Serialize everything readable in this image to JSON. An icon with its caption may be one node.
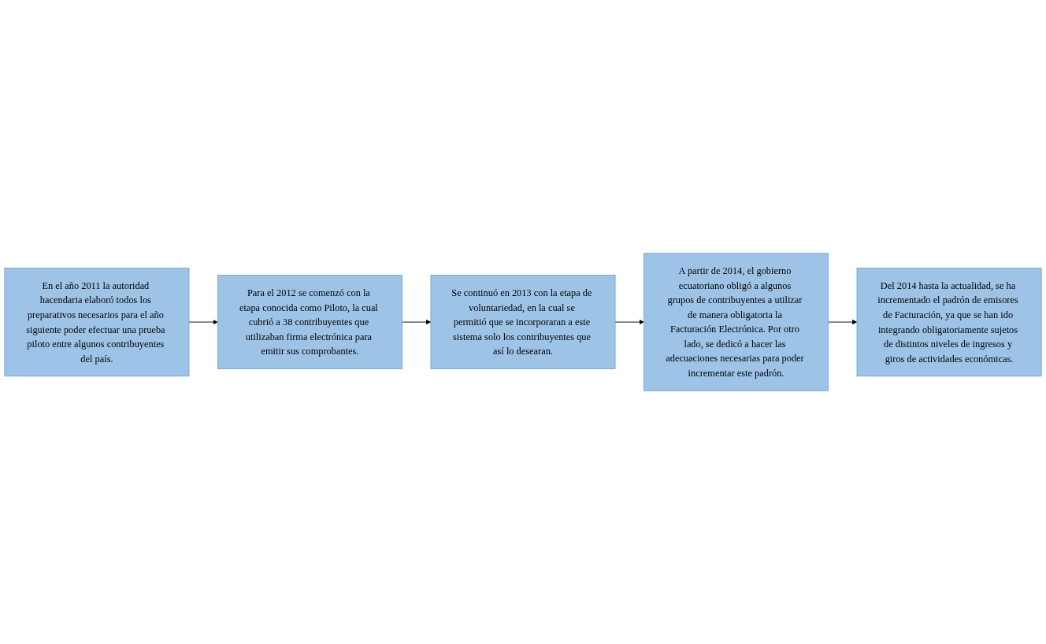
{
  "diagram": {
    "nodes": [
      {
        "text": [
          "En el año 2011 la autoridad hacendaria elaboró todos los preparativos necesarios para el año siguiente poder efectuar una prueba piloto entre algunos contribuyentes del país."
        ]
      },
      {
        "text": [
          "Para el 2012 se comenzó con la etapa conocida como Piloto, la cual cubrió a 38 contribuyentes que utilizaban firma electrónica para emitir sus comprobantes."
        ]
      },
      {
        "text": [
          "Se continuó en 2013 con la etapa de voluntariedad, en la cual se permitió que se incorporaran a este sistema solo los contribuyentes que así lo desearan."
        ]
      },
      {
        "text": [
          "A partir de 2014, el gobierno ecuatoriano obligó a algunos grupos de contribuyentes a utilizar de manera obligatoria la Facturación Electrónica. Por otro lado, se dedicó a hacer las adecuaciones necesarias para poder incrementar este padrón."
        ]
      },
      {
        "text": [
          "Del 2014 hasta la actualidad, se ha incrementado el padrón de emisores de Facturación, ya que se han ido integrando obligatoriamente sujetos de distintos niveles de ingresos y giros de actividades económicas."
        ]
      }
    ],
    "edges": [
      {
        "from": 0,
        "to": 1,
        "arrow": "to"
      },
      {
        "from": 1,
        "to": 2,
        "arrow": "to"
      },
      {
        "from": 2,
        "to": 3,
        "arrow": "to"
      },
      {
        "from": 3,
        "to": 4,
        "arrow": "to"
      }
    ]
  }
}
